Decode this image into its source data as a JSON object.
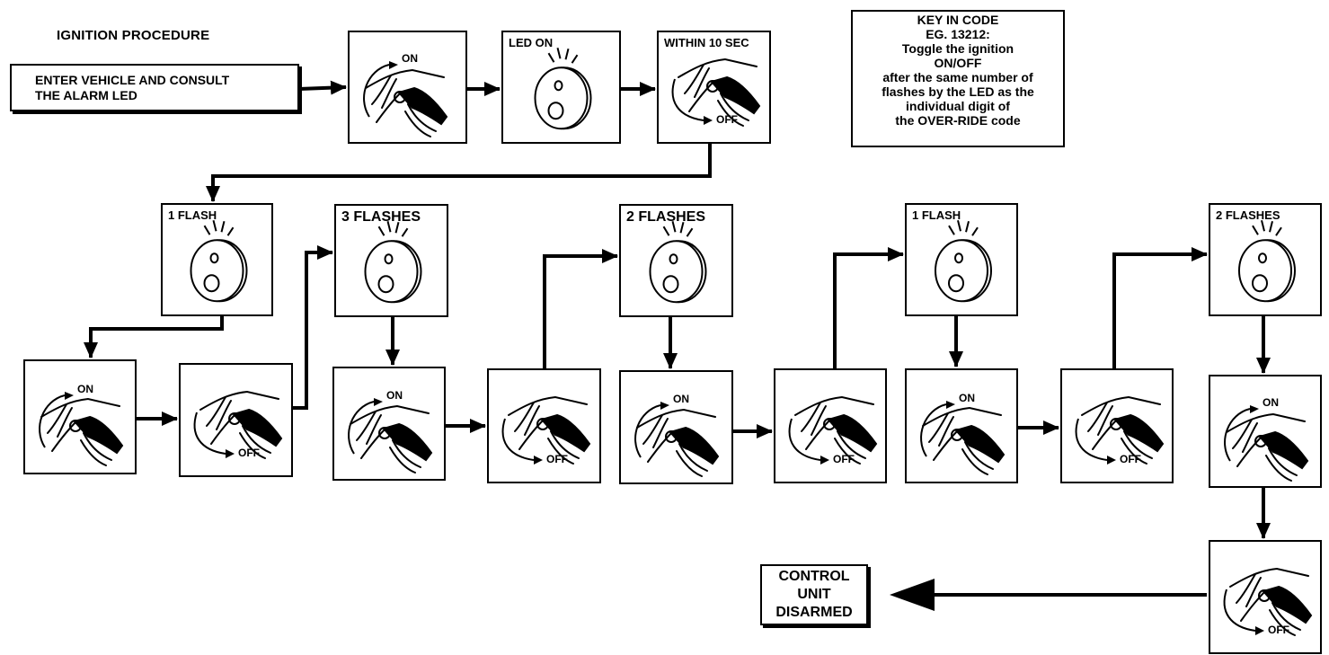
{
  "title": "IGNITION PROCEDURE",
  "start_text": [
    "ENTER VEHICLE AND CONSULT",
    "THE ALARM LED"
  ],
  "step_labels": {
    "led_on": "LED ON",
    "within": "WITHIN 10 SEC",
    "on": "ON",
    "off": "OFF"
  },
  "key_box": [
    "KEY IN CODE",
    "EG. 13212:",
    "Toggle the ignition",
    "ON/OFF",
    "after the same number of",
    "flashes by the LED as the",
    "individual digit of",
    "the OVER-RIDE code"
  ],
  "flash_labels": [
    "1 FLASH",
    "3 FLASHES",
    "2 FLASHES",
    "1 FLASH",
    "2 FLASHES"
  ],
  "end_text": [
    "CONTROL",
    "UNIT",
    "DISARMED"
  ],
  "colors": {
    "ink": "#000000",
    "background": "#ffffff"
  }
}
